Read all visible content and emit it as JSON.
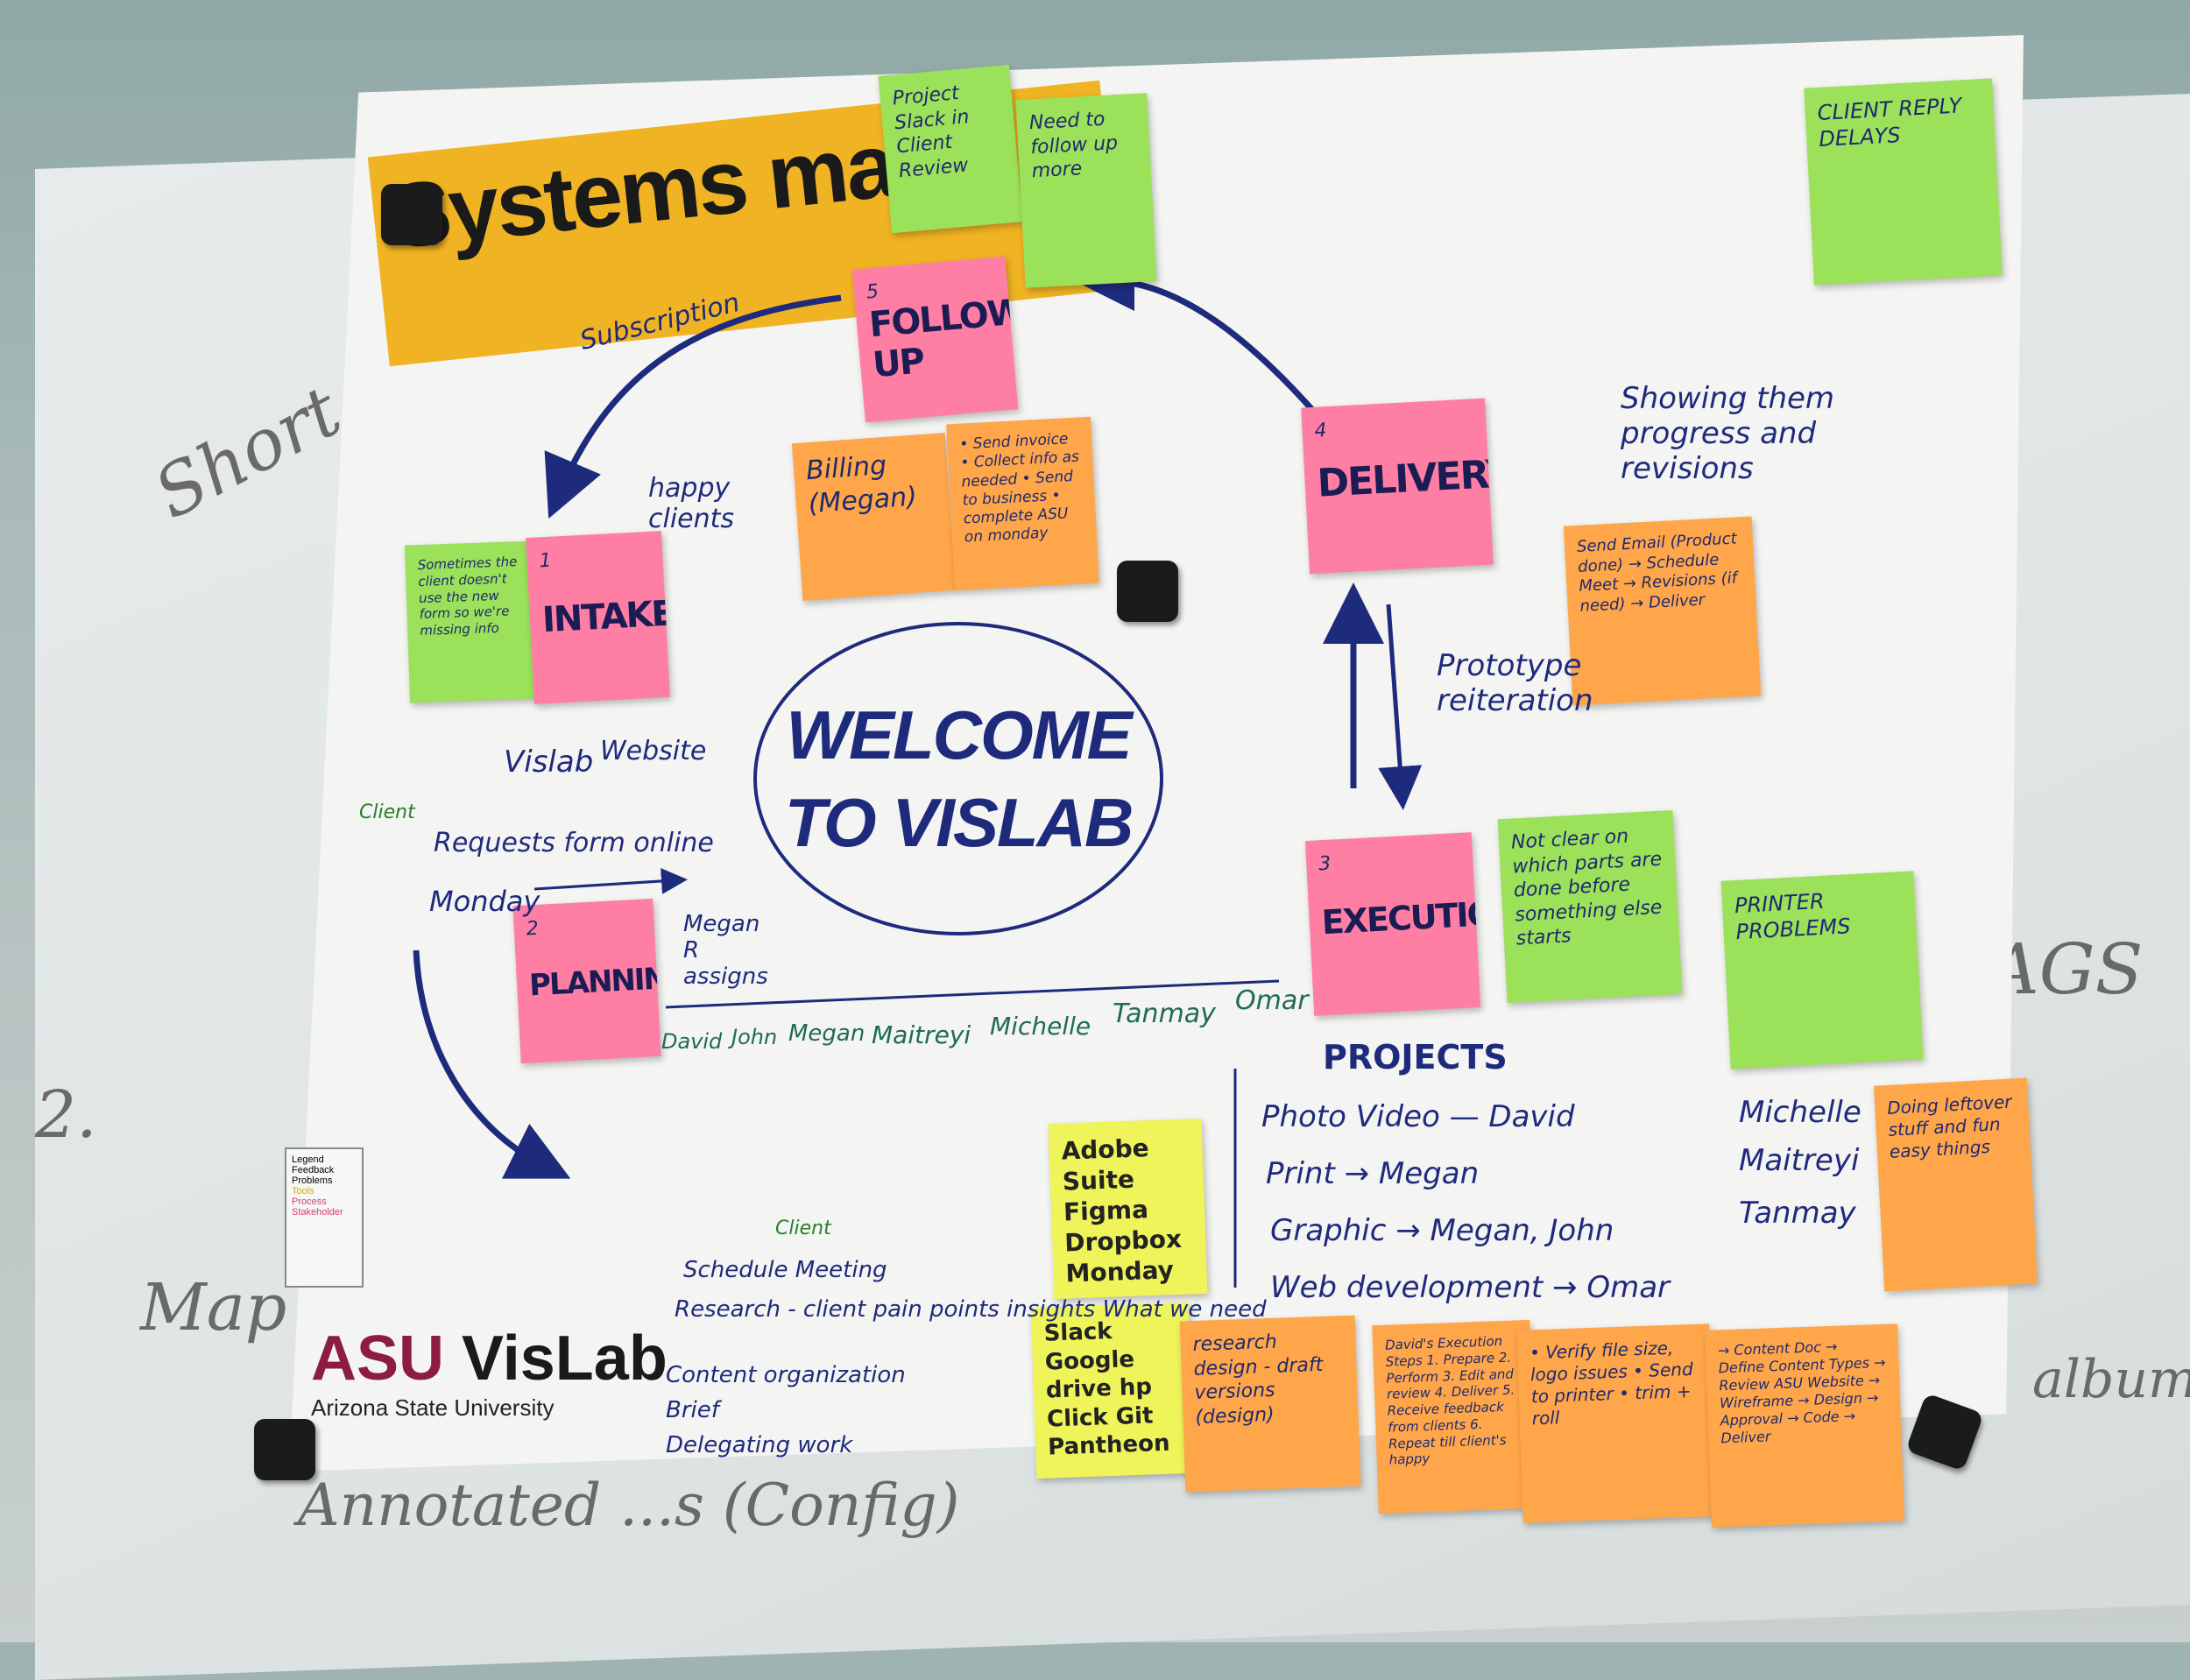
{
  "whiteboard": {
    "short": "Short",
    "map": "Map",
    "ags": "AGS",
    "two": "2.",
    "annotated": "Annotated ...s (Config)",
    "album": "album"
  },
  "poster": {
    "title": "Systems map",
    "welcome_line1": "WELCOME",
    "welcome_line2": "TO VISLAB",
    "logo_asu": "ASU",
    "logo_name": "VisLab",
    "logo_sub": "Arizona State University",
    "legend": [
      "Legend",
      "Feedback",
      "Problems",
      "Tools",
      "Process",
      "Stakeholder"
    ]
  },
  "stages": {
    "intake": {
      "num": "1",
      "label": "INTAKE"
    },
    "planning": {
      "num": "2",
      "label": "PLANNING"
    },
    "execution": {
      "num": "3",
      "label": "EXECUTION"
    },
    "delivery": {
      "num": "4",
      "label": "DELIVERY"
    },
    "follow_up": {
      "num": "5",
      "label": "FOLLOW UP"
    }
  },
  "notes": {
    "project_slack": "Project Slack in Client Review",
    "need_follow_up": "Need to follow up more",
    "client_reply": "CLIENT REPLY DELAYS",
    "intake_green": "Sometimes the client doesn't use the new form so we're missing info",
    "billing": "Billing (Megan)",
    "send_invoice": "• Send invoice • Collect info as needed • Send to business • complete ASU on monday",
    "delivery_steps": "Send Email (Product done) → Schedule Meet → Revisions (if need) → Deliver",
    "not_clear": "Not clear on which parts are done before something else starts",
    "printer": "PRINTER PROBLEMS",
    "leftover": "Doing leftover stuff and fun easy things",
    "tools1": "Adobe Suite Figma Dropbox Monday",
    "tools2": "Slack Google drive hp Click Git Pantheon",
    "research": "research design - draft versions (design)",
    "david_steps": "David's Execution Steps 1. Prepare 2. Perform 3. Edit and review 4. Deliver 5. Receive feedback from clients 6. Repeat till client's happy",
    "verify": "• Verify file size, logo issues • Send to printer • trim + roll",
    "content_doc": "→ Content Doc → Define Content Types → Review ASU Website → Wireframe → Design → Approval → Code → Deliver"
  },
  "annotations": {
    "subscription": "Subscription",
    "happy_clients": "happy clients",
    "client": "Client",
    "vislab": "Vislab",
    "website": "Website",
    "requests_form": "Requests form online",
    "monday": "Monday",
    "megan_r": "Megan R assigns",
    "showing": "Showing them progress and revisions",
    "prototype": "Prototype reiteration",
    "projects": "PROJECTS",
    "team": [
      "David",
      "John",
      "Megan",
      "Maitreyi",
      "Michelle",
      "Tanmay",
      "Omar"
    ],
    "projects_list": [
      "Photo Video — David",
      "Print → Megan",
      "Graphic → Megan, John",
      "Web development → Omar"
    ],
    "right_list": [
      "Michelle",
      "Maitreyi",
      "Tanmay"
    ],
    "client2": "Client",
    "planning_steps": [
      "Schedule Meeting",
      "Research - client pain points insights  What we need",
      "Content organization",
      "Brief",
      "Delegating work"
    ]
  },
  "colors": {
    "pink": "#ff7fa4",
    "green": "#9be15a",
    "orange": "#ffa64a",
    "yellow": "#eef45a",
    "ink": "#1e2a7c",
    "title_band": "#f0b323"
  }
}
